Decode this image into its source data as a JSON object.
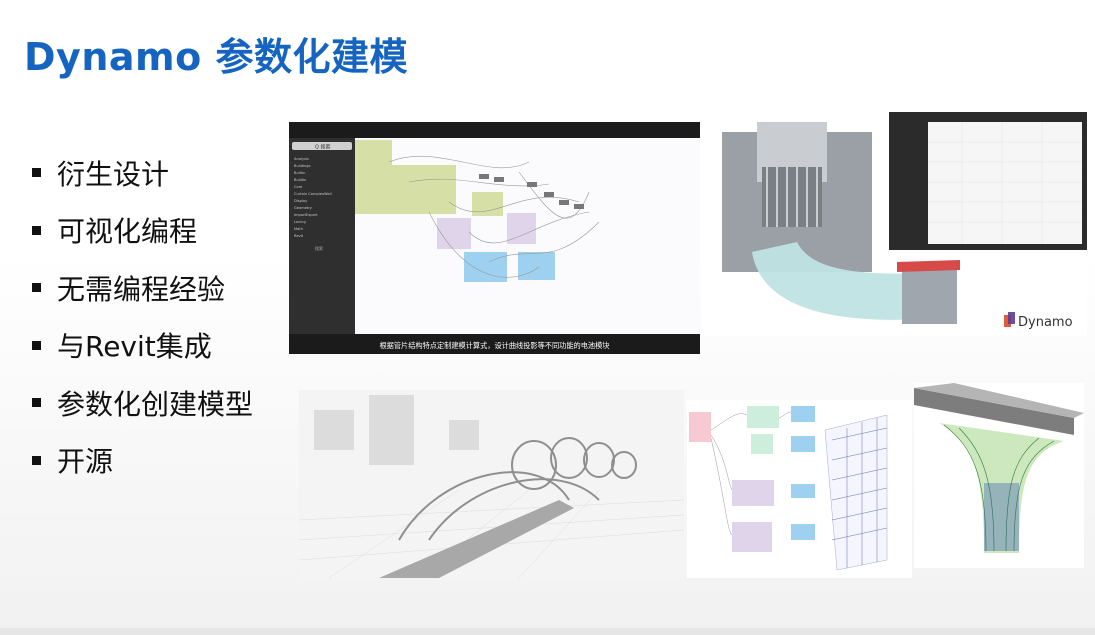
{
  "slide": {
    "title": "Dynamo 参数化建模",
    "bullets": [
      "衍生设计",
      "可视化编程",
      "无需编程经验",
      "与Revit集成",
      "参数化创建模型",
      "开源"
    ]
  },
  "screenshot_top_left": {
    "caption": "根据管片结构特点定制建模计算式，设计曲线投影等不同功能的电池模块",
    "search_label": "Q 搜索",
    "sidebar_items": [
      "Analysis",
      "Buildings",
      "Builtin",
      "Buildin",
      "Core",
      "Curtain ComplexWall",
      "Display",
      "Geometry",
      "ImportExport",
      "Lacing",
      "Math",
      "Revit"
    ],
    "sidebar_button": "搜索"
  },
  "screenshot_top_right": {
    "logo_text": "Dynamo"
  },
  "colors": {
    "title_blue": "#1565c0",
    "node_green": "#d6dfa6",
    "node_purple": "#e0d4ea",
    "node_blue": "#9ed0f0",
    "node_pink": "#f7c9d3",
    "node_mint": "#cdeedd"
  }
}
